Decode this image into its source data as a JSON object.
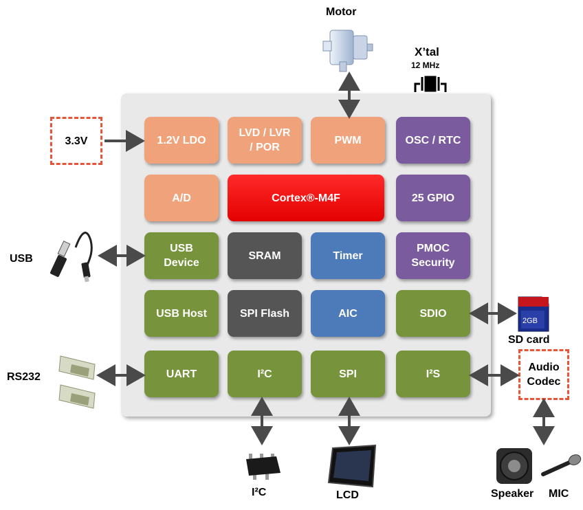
{
  "blocks": {
    "ldo": "1.2V LDO",
    "lvd": "LVD / LVR\n/ POR",
    "pwm": "PWM",
    "osc": "OSC / RTC",
    "ad": "A/D",
    "cortex": "Cortex®-M4F",
    "gpio": "25 GPIO",
    "usb_device": "USB\nDevice",
    "sram": "SRAM",
    "timer": "Timer",
    "pmoc": "PMOC\nSecurity",
    "usb_host": "USB Host",
    "spi_flash": "SPI Flash",
    "aic": "AIC",
    "sdio": "SDIO",
    "uart": "UART",
    "i2c": "I²C",
    "spi": "SPI",
    "i2s": "I²S"
  },
  "external": {
    "motor": "Motor",
    "xtal": "X’tal",
    "xtal_freq": "12 MHz",
    "power": "3.3V",
    "usb": "USB",
    "rs232": "RS232",
    "sd_card": "SD card",
    "sd_capacity": "2GB",
    "codec": "Audio\nCodec",
    "i2c_device": "I²C",
    "lcd": "LCD",
    "speaker": "Speaker",
    "mic": "MIC"
  },
  "colors": {
    "peach": "#f0a37a",
    "red": "#e40000",
    "purple": "#7a5b9d",
    "green": "#77943c",
    "gray": "#555555",
    "blue": "#4d7ab8",
    "dashed_border": "#e8543a",
    "arrow": "#4a4a4a"
  }
}
